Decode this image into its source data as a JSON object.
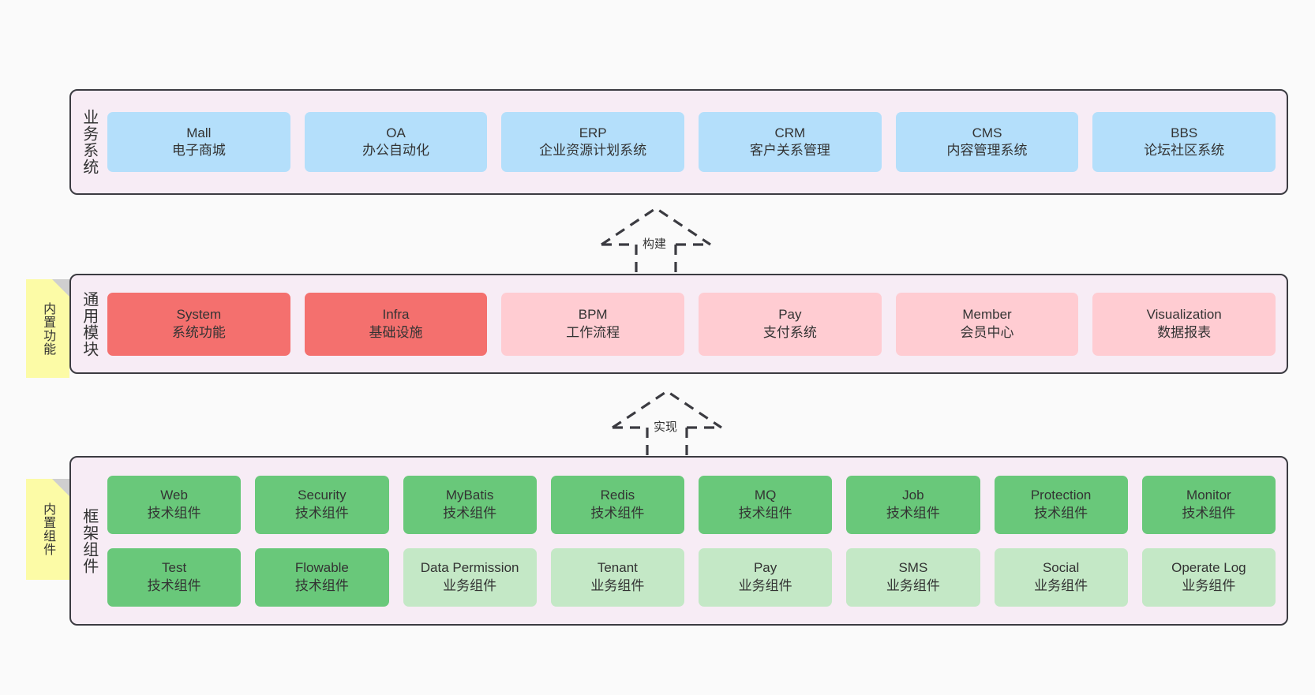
{
  "diagram": {
    "title": "",
    "background_color": "#fafafa",
    "container_color": "#f7ecf5",
    "container_border_color": "#3b3b41"
  },
  "colors": {
    "blue": "#b4dffb",
    "red": "#f4706e",
    "pink": "#ffccd2",
    "green": "#69c87a",
    "light_green": "#c4e8c6",
    "sticky_yellow": "#fcfba6",
    "sticky_fold": "#cfcfcf"
  },
  "layers": [
    {
      "key": "business",
      "caption": "业务系统",
      "rows": [
        [
          {
            "en": "Mall",
            "cn": "电子商城",
            "color": "blue"
          },
          {
            "en": "OA",
            "cn": "办公自动化",
            "color": "blue"
          },
          {
            "en": "ERP",
            "cn": "企业资源计划系统",
            "color": "blue"
          },
          {
            "en": "CRM",
            "cn": "客户关系管理",
            "color": "blue"
          },
          {
            "en": "CMS",
            "cn": "内容管理系统",
            "color": "blue"
          },
          {
            "en": "BBS",
            "cn": "论坛社区系统",
            "color": "blue"
          }
        ]
      ]
    },
    {
      "key": "modules",
      "caption": "通用模块",
      "sticky": "内置功能",
      "rows": [
        [
          {
            "en": "System",
            "cn": "系统功能",
            "color": "red"
          },
          {
            "en": "Infra",
            "cn": "基础设施",
            "color": "red"
          },
          {
            "en": "BPM",
            "cn": "工作流程",
            "color": "pink"
          },
          {
            "en": "Pay",
            "cn": "支付系统",
            "color": "pink"
          },
          {
            "en": "Member",
            "cn": "会员中心",
            "color": "pink"
          },
          {
            "en": "Visualization",
            "cn": "数据报表",
            "color": "pink"
          }
        ]
      ]
    },
    {
      "key": "framework",
      "caption": "框架组件",
      "sticky": "内置组件",
      "rows": [
        [
          {
            "en": "Web",
            "cn": "技术组件",
            "color": "green"
          },
          {
            "en": "Security",
            "cn": "技术组件",
            "color": "green"
          },
          {
            "en": "MyBatis",
            "cn": "技术组件",
            "color": "green"
          },
          {
            "en": "Redis",
            "cn": "技术组件",
            "color": "green"
          },
          {
            "en": "MQ",
            "cn": "技术组件",
            "color": "green"
          },
          {
            "en": "Job",
            "cn": "技术组件",
            "color": "green"
          },
          {
            "en": "Protection",
            "cn": "技术组件",
            "color": "green"
          },
          {
            "en": "Monitor",
            "cn": "技术组件",
            "color": "green"
          }
        ],
        [
          {
            "en": "Test",
            "cn": "技术组件",
            "color": "green"
          },
          {
            "en": "Flowable",
            "cn": "技术组件",
            "color": "green"
          },
          {
            "en": "Data Permission",
            "cn": "业务组件",
            "color": "light_green"
          },
          {
            "en": "Tenant",
            "cn": "业务组件",
            "color": "light_green"
          },
          {
            "en": "Pay",
            "cn": "业务组件",
            "color": "light_green"
          },
          {
            "en": "SMS",
            "cn": "业务组件",
            "color": "light_green"
          },
          {
            "en": "Social",
            "cn": "业务组件",
            "color": "light_green"
          },
          {
            "en": "Operate Log",
            "cn": "业务组件",
            "color": "light_green"
          }
        ]
      ]
    }
  ],
  "connectors": [
    {
      "key": "build",
      "label": "构建",
      "from": "modules",
      "to": "business"
    },
    {
      "key": "implement",
      "label": "实现",
      "from": "framework",
      "to": "modules"
    }
  ]
}
